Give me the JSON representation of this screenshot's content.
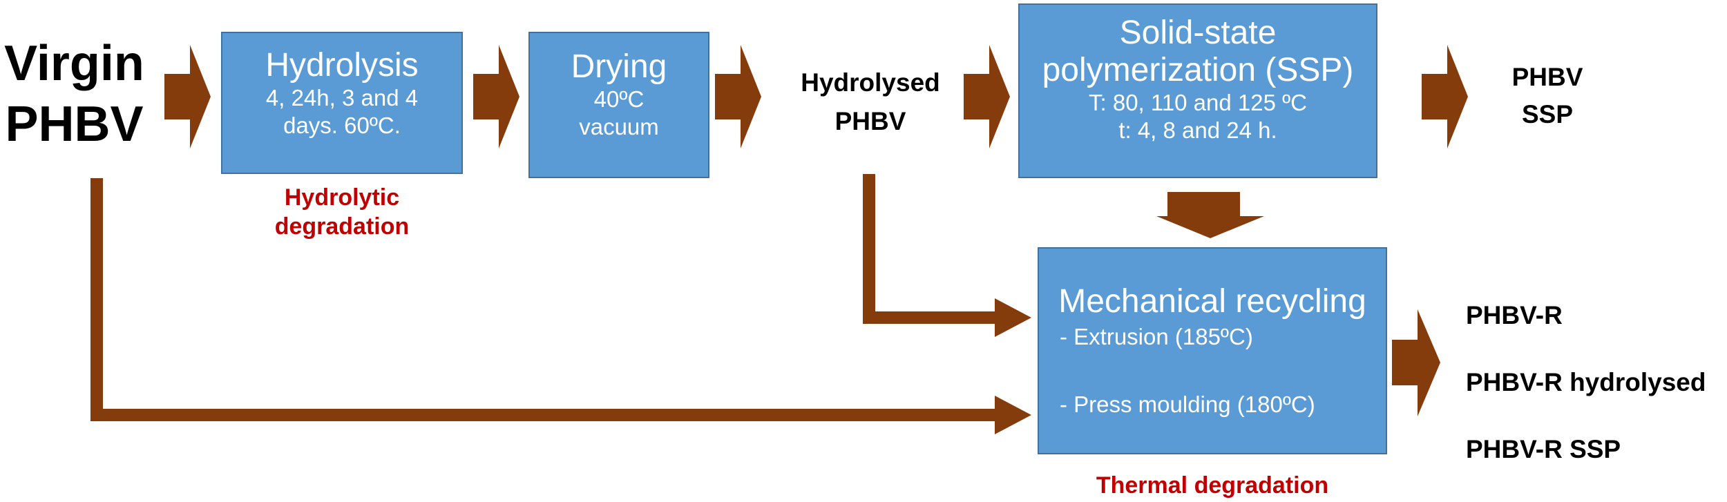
{
  "colors": {
    "box_fill": "#5b9bd5",
    "box_border": "#41719c",
    "arrow": "#843c0c",
    "degradation_text": "#c00000"
  },
  "start": {
    "line1": "Virgin",
    "line2": "PHBV"
  },
  "hydrolysis": {
    "title": "Hydrolysis",
    "line1": "4, 24h, 3 and 4",
    "line2": "days. 60ºC."
  },
  "hydrolytic_degradation": {
    "line1": "Hydrolytic",
    "line2": "degradation"
  },
  "drying": {
    "title": "Drying",
    "line1": "40ºC",
    "line2": "vacuum"
  },
  "hydrolysed_phbv": {
    "line1": "Hydrolysed",
    "line2": "PHBV"
  },
  "ssp": {
    "title_line1": "Solid-state",
    "title_line2": "polymerization (SSP)",
    "line1": "T: 80, 110 and 125 ºC",
    "line2": "t: 4, 8 and 24 h."
  },
  "phbv_ssp": {
    "line1": "PHBV",
    "line2": "SSP"
  },
  "mechanical": {
    "title": "Mechanical recycling",
    "line1": "- Extrusion (185ºC)",
    "line2": "- Press moulding (180ºC)"
  },
  "thermal_degradation": "Thermal degradation",
  "products": [
    "PHBV-R",
    "PHBV-R hydrolysed",
    "PHBV-R SSP"
  ]
}
